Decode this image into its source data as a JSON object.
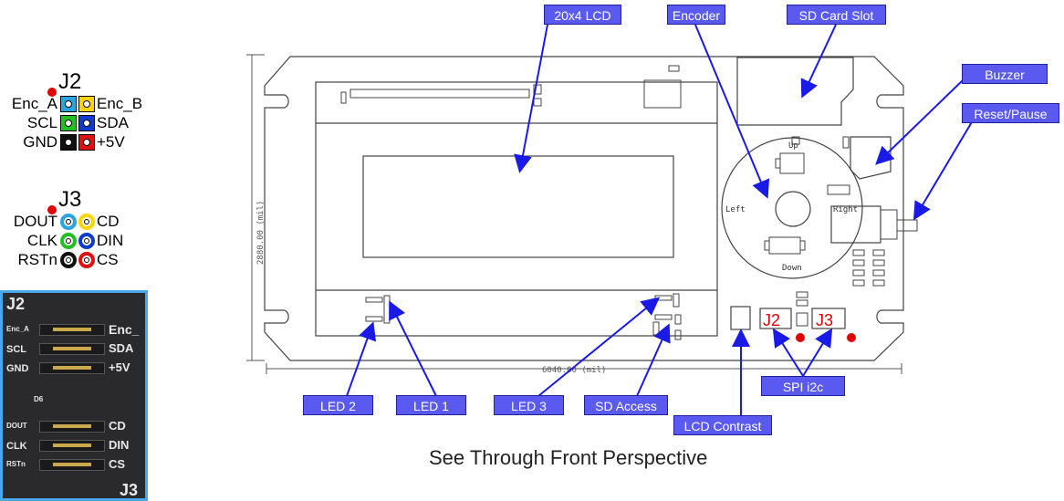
{
  "j2": {
    "title": "J2",
    "pins": [
      {
        "left": "Enc_A",
        "right": "Enc_B",
        "left_color": "#29a6e0",
        "right_color": "#ffd400"
      },
      {
        "left": "SCL",
        "right": "SDA",
        "left_color": "#22c022",
        "right_color": "#0a3cd0"
      },
      {
        "left": "GND",
        "right": "+5V",
        "left_color": "#111111",
        "right_color": "#e01010"
      }
    ]
  },
  "j3": {
    "title": "J3",
    "pins": [
      {
        "left": "DOUT",
        "right": "CD",
        "left_color": "#29a6e0",
        "right_color": "#ffd400"
      },
      {
        "left": "CLK",
        "right": "DIN",
        "left_color": "#22c022",
        "right_color": "#0a3cd0"
      },
      {
        "left": "RSTn",
        "right": "CS",
        "left_color": "#111111",
        "right_color": "#e01010"
      }
    ]
  },
  "photo": {
    "j2": "J2",
    "j3": "J3",
    "labels_right": [
      "Enc_",
      "SDA",
      "+5V",
      "CD",
      "DIN",
      "CS"
    ],
    "labels_left": [
      "Enc_A",
      "SCL",
      "GND",
      "DOUT",
      "CLK",
      "RSTn"
    ],
    "d6": "D6"
  },
  "board": {
    "width_dim": "6040.00 (mil)",
    "height_dim": "2880.00 (mil)",
    "enc_up": "Up",
    "enc_left": "Left",
    "enc_right": "Right",
    "enc_down": "Down",
    "j2": "J2",
    "j3": "J3"
  },
  "callouts": {
    "lcd": "20x4 LCD",
    "encoder": "Encoder",
    "sd_slot": "SD Card Slot",
    "buzzer": "Buzzer",
    "reset": "Reset/Pause",
    "led2": "LED 2",
    "led1": "LED 1",
    "led3": "LED 3",
    "sd_access": "SD Access",
    "contrast": "LCD Contrast",
    "spi_i2c": "SPI  i2c"
  },
  "caption": "See Through Front Perspective",
  "colors": {
    "callout_bg": "#5a5af0",
    "arrow": "#1a1ae6",
    "red": "#e00000",
    "outline": "#333333"
  }
}
